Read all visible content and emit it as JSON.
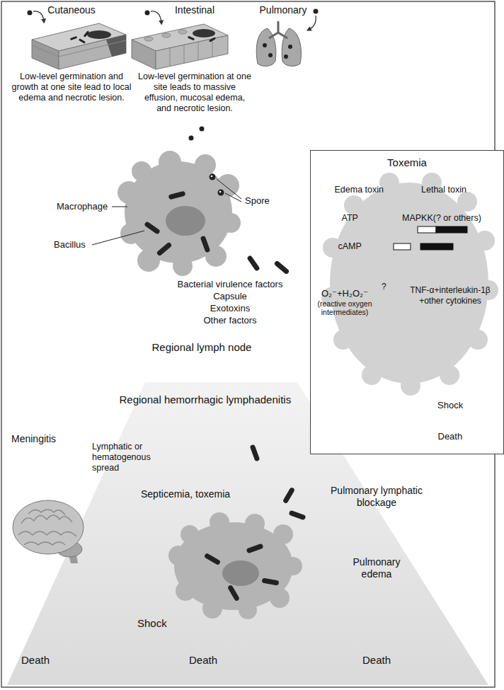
{
  "diagram": {
    "nodes": [
      {
        "text": [
          "Cutaneous",
          "Low-level germination and growth at one site lead to local edema and necrotic lesion."
        ]
      },
      {
        "text": [
          "Intestinal",
          "Low-level germination at one site leads to massive effusion, mucosal edema, and necrotic lesion."
        ]
      },
      {
        "text": [
          "Pulmonary"
        ]
      },
      {
        "text": [
          "Macrophage"
        ]
      },
      {
        "text": [
          "Bacterial virulence factors",
          "Capsule",
          "Exotoxins",
          "Other factors"
        ]
      },
      {
        "text": [
          "Regional lymph node"
        ]
      },
      {
        "text": [
          "Regional hemorrhagic lymphadenitis"
        ]
      },
      {
        "text": [
          "Septicemia, toxemia"
        ]
      },
      {
        "text": [
          "Meningitis"
        ]
      },
      {
        "text": [
          "Death"
        ]
      },
      {
        "text": [
          "Shock"
        ]
      },
      {
        "text": [
          "Death"
        ]
      },
      {
        "text": [
          "Pulmonary lymphatic blockage"
        ]
      },
      {
        "text": [
          "Pulmonary edema"
        ]
      },
      {
        "text": [
          "Death"
        ]
      },
      {
        "text": [
          "Toxemia"
        ]
      },
      {
        "text": [
          "Edema toxin"
        ],
        "in": 15
      },
      {
        "text": [
          "Lethal toxin"
        ],
        "in": 15
      },
      {
        "text": [
          "ATP"
        ],
        "in": 15
      },
      {
        "text": [
          "MAPKK(? or others)"
        ],
        "in": 15
      },
      {
        "text": [
          "cAMP"
        ],
        "in": 15
      },
      {
        "text": [
          "O₂⁻+H₂O₂⁻",
          "(reactive oxygen intermediates)"
        ],
        "in": 15
      },
      {
        "text": [
          "TNF-α+interleukin-1β +other cytokines"
        ],
        "in": 15
      },
      {
        "text": [
          "Shock"
        ],
        "in": 15
      },
      {
        "text": [
          "Death"
        ],
        "in": 15
      }
    ],
    "edges": [
      {
        "from": 0,
        "to": 3,
        "arrow": "to"
      },
      {
        "from": 2,
        "to": 3,
        "arrow": "to"
      },
      {
        "from": 4,
        "to": 5,
        "arrow": "to"
      },
      {
        "from": 5,
        "to": 6,
        "arrow": "to"
      },
      {
        "from": 6,
        "to": 7,
        "arrow": "to"
      },
      {
        "from": 6,
        "to": 12,
        "arrow": "to"
      },
      {
        "from": 7,
        "to": 8,
        "label": "Lymphatic or hematogenous spread",
        "arrow": "to"
      },
      {
        "from": 8,
        "to": 9,
        "arrow": "to"
      },
      {
        "from": 7,
        "to": 10,
        "arrow": "to"
      },
      {
        "from": 10,
        "to": 11,
        "arrow": "to"
      },
      {
        "from": 12,
        "to": 13,
        "arrow": "to"
      },
      {
        "from": 13,
        "to": 14,
        "arrow": "to"
      },
      {
        "from": 16,
        "to": 18,
        "arrow": "to"
      },
      {
        "from": 17,
        "to": 19,
        "arrow": "to"
      },
      {
        "from": 18,
        "to": 20,
        "arrow": "to"
      },
      {
        "from": 20,
        "to": 21,
        "arrow": "to"
      },
      {
        "from": 20,
        "to": 22,
        "arrow": "to"
      },
      {
        "from": 21,
        "to": 22,
        "label": "?",
        "arrow": "to"
      },
      {
        "from": 22,
        "to": 23,
        "arrow": "to"
      },
      {
        "from": 23,
        "to": 24,
        "arrow": "to"
      }
    ],
    "labels": [
      "Spore",
      "Bacillus"
    ]
  }
}
